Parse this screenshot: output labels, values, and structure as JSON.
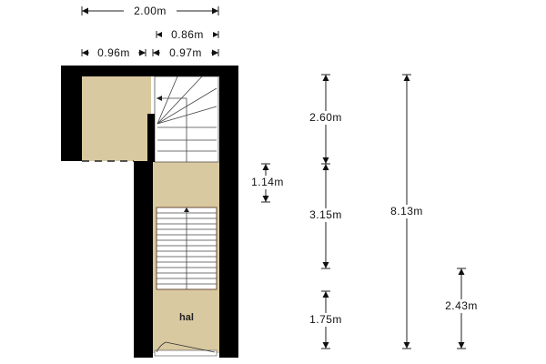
{
  "plan": {
    "room_label": "hal"
  },
  "dimensions": {
    "total_width": "2.00m",
    "stair_width_top": "0.86m",
    "left_room_width": "0.96m",
    "stair_width": "0.97m",
    "landing_length": "1.14m",
    "upper_stair_length": "2.60m",
    "middle_section_length": "3.15m",
    "hal_length": "1.75m",
    "total_length": "8.13m",
    "lower_length": "2.43m"
  }
}
